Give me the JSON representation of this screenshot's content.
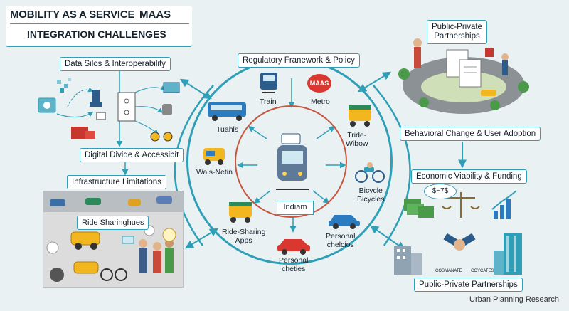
{
  "header": {
    "title_line1_a": "MOBILITY AS A SERVICE",
    "title_line1_b": "MAAS",
    "title_line2": "INTEGRATION CHALLENGES"
  },
  "labels": {
    "data_silos": "Data Silos & Interoperability",
    "regulatory": "Regulatory Franework & Policy",
    "ppp_top": "Public-Private\nPartnerships",
    "digital_divide": "Digital Divide & Accessibit",
    "infrastructure": "Infrastructure Limitations",
    "ride_sharing_photo": "Ride Sharinghues",
    "behavioral": "Behavioral Change & User Adoption",
    "economic": "Economic Viability & Funding",
    "ppp_bottom": "Public-Private Partnerships"
  },
  "modes": {
    "train": "Train",
    "metro": "Metro",
    "maas_badge": "MAAS",
    "tuahls": "Tuahls",
    "tride_wibow": "Tride-\nWibow",
    "wals_netin": "Wals-Netin",
    "bicycle": "Bicycle\nBicycles",
    "ride_sharing_apps": "Ride-Sharing\nApps",
    "personal_chelcios": "Personal\nchelcios",
    "personal_chetes": "Personal\ncheties",
    "indiam": "Indiam"
  },
  "misc": {
    "money_sign": "$~7$",
    "cosmante": "COSMANATE",
    "coycates": "COYCATES"
  },
  "footer": {
    "credit": "Urban Planning Research"
  },
  "colors": {
    "accent": "#2f9fb8",
    "ring_inner": "#c8553d",
    "bus_blue": "#2b7bc0",
    "tuk_yellow": "#f2b61f",
    "car_red": "#d9372f",
    "money_green": "#4b9a4a"
  }
}
